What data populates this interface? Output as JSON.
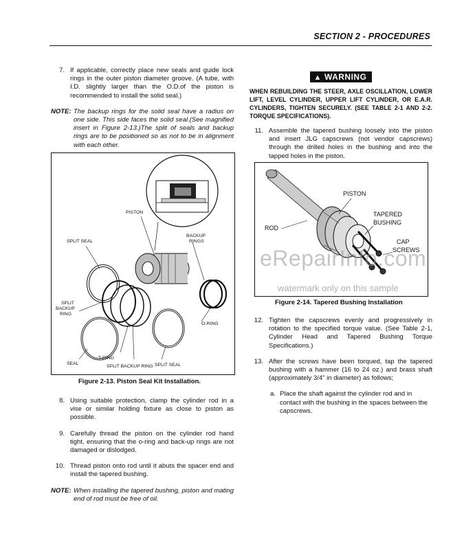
{
  "header": {
    "title": "SECTION 2 - PROCEDURES"
  },
  "left": {
    "step7": {
      "num": "7.",
      "text": "If applicable, correctly place new seals and guide lock rings in the outer piston diameter groove. (A tube, with I.D. slightly larger than the O.D.of the piston is recommended to install the solid seal.)"
    },
    "note1": {
      "label": "NOTE:",
      "text": "The backup rings for the solid seal have a radius on one side. This side faces the solid seal.(See magnified insert in Figure 2-13.)The split of seals and backup rings are to be positioned so as not to be in alignment with each other."
    },
    "figure": {
      "caption": "Figure 2-13.  Piston Seal Kit Installation.",
      "labels": {
        "piston": "PISTON",
        "split_seal": "SPLIT SEAL",
        "backup_rings": [
          "BACKUP",
          "RINGS"
        ],
        "split_backup_ring": [
          "SPLIT",
          "BACKUP",
          "RING"
        ],
        "o_ring": "O-RING",
        "seal": "SEAL",
        "t_ring": "T-RING",
        "split_backup_ring_bottom": "SPLIT BACKUP RING",
        "split_seal_bottom": "SPLIT SEAL"
      }
    },
    "step8": {
      "num": "8.",
      "text": "Using suitable protection, clamp the cylinder rod in a vise or similar holding fixture as close to piston as possible."
    },
    "step9": {
      "num": "9.",
      "text": "Carefully thread the piston on the cylinder rod hand tight, ensuring that the o-ring and back-up rings are not damaged or dislodged."
    },
    "step10": {
      "num": "10.",
      "text": "Thread piston onto rod until it abuts the spacer end and install the tapered bushing."
    },
    "note2": {
      "label": "NOTE:",
      "text": "When installing the tapered bushing, piston and mating end of rod must be free of oil."
    }
  },
  "right": {
    "warning": {
      "label": "WARNING",
      "text": "WHEN REBUILDING THE STEER, AXLE OSCILLATION, LOWER LIFT, LEVEL CYLINDER, UPPER LIFT CYLINDER, OR E.A.R. CYLINDERS, TIGHTEN SECURELY. (SEE TABLE 2-1 AND 2-2. TORQUE SPECIFICATIONS)."
    },
    "step11": {
      "num": "11.",
      "text": "Assemble the tapered bushing loosely into the piston and insert JLG capscrews (not vendor capscrews) through the drilled holes in the bushing and into the tapped holes in the piston."
    },
    "figure": {
      "caption": "Figure 2-14.  Tapered Bushing Installation",
      "labels": {
        "piston": "PISTON",
        "rod": "ROD",
        "tapered_bushing": [
          "TAPERED",
          "BUSHING"
        ],
        "cap_screws": [
          "CAP",
          "SCREWS"
        ]
      }
    },
    "watermark": {
      "site": "eRepairInfo.com",
      "note": "watermark only on this sample"
    },
    "step12": {
      "num": "12.",
      "text": "Tighten the capscrews evenly and progressively in rotation to the specified torque value. (See Table 2-1, Cylinder Head and Tapered Bushing Torque Specifications.)"
    },
    "step13": {
      "num": "13.",
      "text": "After the screws have been torqued, tap the tapered bushing with a hammer (16 to 24 oz.) and brass shaft (approximately 3/4\" in diameter) as follows;"
    },
    "substep_a": {
      "num": "a.",
      "text": "Place the shaft against the cylinder rod and in contact with the bushing in the spaces between the capscrews."
    }
  }
}
